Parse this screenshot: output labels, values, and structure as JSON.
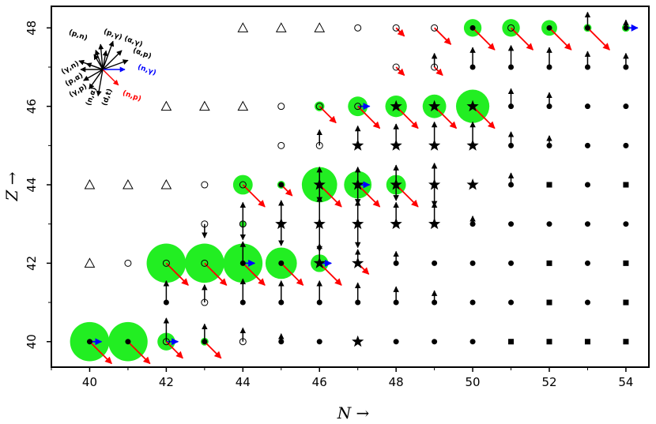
{
  "chart_data": {
    "type": "scatter",
    "title": "",
    "xlabel": "N →",
    "ylabel": "Z →",
    "xlim": [
      39.0,
      54.6
    ],
    "ylim": [
      39.35,
      48.55
    ],
    "xticks": [
      40,
      42,
      44,
      46,
      48,
      50,
      52,
      54
    ],
    "yticks": [
      40,
      42,
      44,
      46,
      48
    ],
    "grid": false,
    "colors": {
      "frame": "#000000",
      "arrow": "#000000",
      "n_gamma": "#0000ff",
      "n_p": "#ff0000",
      "bubble": "#22ee22"
    },
    "legend": {
      "position": "top-left",
      "labels": [
        "(p,n)",
        "(p,γ)",
        "(α,γ)",
        "(α,p)",
        "(n,γ)",
        "(n,p)",
        "(d,t)",
        "(n,α)",
        "(γ,p)",
        "(p,α)",
        "(γ,n)"
      ]
    },
    "points": [
      {
        "n": 44,
        "z": 48,
        "m": "triangle"
      },
      {
        "n": 45,
        "z": 48,
        "m": "triangle"
      },
      {
        "n": 46,
        "z": 48,
        "m": "triangle"
      },
      {
        "n": 47,
        "z": 48,
        "m": "open"
      },
      {
        "n": 48,
        "z": 48,
        "m": "open",
        "red": 0.3
      },
      {
        "n": 49,
        "z": 48,
        "m": "open",
        "red": 0.6
      },
      {
        "n": 50,
        "z": 48,
        "m": "dot",
        "green": 0.45,
        "red": 0.8
      },
      {
        "n": 51,
        "z": 48,
        "m": "open",
        "green": 0.45,
        "red": 0.8
      },
      {
        "n": 52,
        "z": 48,
        "m": "dot",
        "green": 0.4,
        "red": 0.8
      },
      {
        "n": 53,
        "z": 48,
        "m": "dot",
        "green": 0.2,
        "up": 0.4,
        "red": 0.8
      },
      {
        "n": 54,
        "z": 48,
        "m": "dot",
        "green": 0.2,
        "up": 0.2,
        "blue": 0.3
      },
      {
        "n": 48,
        "z": 47,
        "m": "open",
        "red": 0.3
      },
      {
        "n": 49,
        "z": 47,
        "m": "open",
        "up": 0.35,
        "red": 0.3
      },
      {
        "n": 50,
        "z": 47,
        "m": "dot",
        "up": 0.5
      },
      {
        "n": 51,
        "z": 47,
        "m": "dot",
        "up": 0.55
      },
      {
        "n": 52,
        "z": 47,
        "m": "dot",
        "up": 0.5
      },
      {
        "n": 53,
        "z": 47,
        "m": "dot",
        "up": 0.4
      },
      {
        "n": 54,
        "z": 47,
        "m": "dot",
        "up": 0.35
      },
      {
        "n": 42,
        "z": 46,
        "m": "triangle"
      },
      {
        "n": 43,
        "z": 46,
        "m": "triangle"
      },
      {
        "n": 44,
        "z": 46,
        "m": "triangle"
      },
      {
        "n": 45,
        "z": 46,
        "m": "open"
      },
      {
        "n": 46,
        "z": 46,
        "m": "open",
        "green": 0.25,
        "red": 0.6
      },
      {
        "n": 47,
        "z": 46,
        "m": "open",
        "green": 0.5,
        "blue": 0.3,
        "red": 0.8
      },
      {
        "n": 48,
        "z": 46,
        "m": "star",
        "green": 0.55,
        "red": 0.8
      },
      {
        "n": 49,
        "z": 46,
        "m": "star",
        "green": 0.6,
        "red": 0.8
      },
      {
        "n": 50,
        "z": 46,
        "m": "star",
        "green": 0.85,
        "red": 0.8
      },
      {
        "n": 51,
        "z": 46,
        "m": "dot",
        "up": 0.45
      },
      {
        "n": 52,
        "z": 46,
        "m": "dot",
        "up": 0.35
      },
      {
        "n": 53,
        "z": 46,
        "m": "dot"
      },
      {
        "n": 54,
        "z": 46,
        "m": "dot"
      },
      {
        "n": 45,
        "z": 45,
        "m": "open"
      },
      {
        "n": 46,
        "z": 45,
        "m": "open",
        "up": 0.4
      },
      {
        "n": 47,
        "z": 45,
        "m": "star",
        "up": 0.5
      },
      {
        "n": 48,
        "z": 45,
        "m": "star",
        "up": 0.55
      },
      {
        "n": 49,
        "z": 45,
        "m": "star",
        "up": 0.6
      },
      {
        "n": 50,
        "z": 45,
        "m": "star",
        "up": 0.6
      },
      {
        "n": 51,
        "z": 45,
        "m": "dot",
        "up": 0.35
      },
      {
        "n": 52,
        "z": 45,
        "m": "dot",
        "up": 0.25
      },
      {
        "n": 53,
        "z": 45,
        "m": "dot"
      },
      {
        "n": 54,
        "z": 45,
        "m": "dot"
      },
      {
        "n": 40,
        "z": 44,
        "m": "triangle"
      },
      {
        "n": 41,
        "z": 44,
        "m": "triangle"
      },
      {
        "n": 42,
        "z": 44,
        "m": "triangle"
      },
      {
        "n": 43,
        "z": 44,
        "m": "open"
      },
      {
        "n": 44,
        "z": 44,
        "m": "open",
        "green": 0.5,
        "red": 0.8
      },
      {
        "n": 45,
        "z": 44,
        "m": "dot",
        "green": 0.2,
        "red": 0.4
      },
      {
        "n": 46,
        "z": 44,
        "m": "star",
        "green": 0.9,
        "up": 0.45,
        "down": 0.45,
        "red": 0.8
      },
      {
        "n": 47,
        "z": 44,
        "m": "star",
        "green": 0.7,
        "up": 0.45,
        "down": 0.5,
        "blue": 0.3,
        "red": 0.8
      },
      {
        "n": 48,
        "z": 44,
        "m": "star",
        "green": 0.5,
        "up": 0.5,
        "down": 0.4,
        "red": 0.8
      },
      {
        "n": 49,
        "z": 44,
        "m": "star",
        "up": 0.55,
        "down": 0.55
      },
      {
        "n": 50,
        "z": 44,
        "m": "star"
      },
      {
        "n": 51,
        "z": 44,
        "m": "dot",
        "up": 0.3
      },
      {
        "n": 52,
        "z": 44,
        "m": "square"
      },
      {
        "n": 53,
        "z": 44,
        "m": "dot"
      },
      {
        "n": 54,
        "z": 44,
        "m": "square"
      },
      {
        "n": 43,
        "z": 43,
        "m": "open",
        "down": 0.35
      },
      {
        "n": 44,
        "z": 43,
        "m": "open",
        "up": 0.55,
        "down": 0.4,
        "green": 0.15
      },
      {
        "n": 45,
        "z": 43,
        "m": "star",
        "up": 0.6,
        "down": 0.55
      },
      {
        "n": 46,
        "z": 43,
        "m": "star",
        "up": 0.7,
        "down": 0.7
      },
      {
        "n": 47,
        "z": 43,
        "m": "star",
        "up": 0.6,
        "down": 0.6
      },
      {
        "n": 48,
        "z": 43,
        "m": "star",
        "up": 0.55
      },
      {
        "n": 49,
        "z": 43,
        "m": "star",
        "up": 0.55
      },
      {
        "n": 50,
        "z": 43,
        "m": "dot",
        "up": 0.2
      },
      {
        "n": 51,
        "z": 43,
        "m": "dot"
      },
      {
        "n": 52,
        "z": 43,
        "m": "dot"
      },
      {
        "n": 53,
        "z": 43,
        "m": "dot"
      },
      {
        "n": 54,
        "z": 43,
        "m": "dot"
      },
      {
        "n": 40,
        "z": 42,
        "m": "triangle"
      },
      {
        "n": 41,
        "z": 42,
        "m": "open"
      },
      {
        "n": 42,
        "z": 42,
        "m": "open",
        "green": 1.0,
        "red": 0.8
      },
      {
        "n": 43,
        "z": 42,
        "m": "open",
        "green": 1.0,
        "red": 0.8
      },
      {
        "n": 44,
        "z": 42,
        "m": "dot",
        "green": 1.0,
        "up": 0.55,
        "blue": 0.3,
        "red": 0.8
      },
      {
        "n": 45,
        "z": 42,
        "m": "dot",
        "green": 0.8,
        "red": 0.8
      },
      {
        "n": 46,
        "z": 42,
        "m": "star",
        "green": 0.45,
        "up": 0.5,
        "blue": 0.3,
        "red": 0.8
      },
      {
        "n": 47,
        "z": 42,
        "m": "star",
        "up": 0.35,
        "red": 0.4
      },
      {
        "n": 48,
        "z": 42,
        "m": "dot",
        "up": 0.3
      },
      {
        "n": 49,
        "z": 42,
        "m": "dot"
      },
      {
        "n": 50,
        "z": 42,
        "m": "dot"
      },
      {
        "n": 51,
        "z": 42,
        "m": "dot"
      },
      {
        "n": 52,
        "z": 42,
        "m": "square"
      },
      {
        "n": 53,
        "z": 42,
        "m": "dot"
      },
      {
        "n": 54,
        "z": 42,
        "m": "square"
      },
      {
        "n": 42,
        "z": 41,
        "m": "dot",
        "up": 0.55
      },
      {
        "n": 43,
        "z": 41,
        "m": "open",
        "up": 0.45
      },
      {
        "n": 44,
        "z": 41,
        "m": "dot",
        "up": 0.6
      },
      {
        "n": 45,
        "z": 41,
        "m": "dot",
        "up": 0.55
      },
      {
        "n": 46,
        "z": 41,
        "m": "dot",
        "up": 0.55
      },
      {
        "n": 47,
        "z": 41,
        "m": "dot",
        "up": 0.5
      },
      {
        "n": 48,
        "z": 41,
        "m": "dot",
        "up": 0.4
      },
      {
        "n": 49,
        "z": 41,
        "m": "dot",
        "up": 0.3
      },
      {
        "n": 50,
        "z": 41,
        "m": "dot"
      },
      {
        "n": 51,
        "z": 41,
        "m": "dot"
      },
      {
        "n": 52,
        "z": 41,
        "m": "square"
      },
      {
        "n": 53,
        "z": 41,
        "m": "dot"
      },
      {
        "n": 54,
        "z": 41,
        "m": "square"
      },
      {
        "n": 40,
        "z": 40,
        "m": "dot",
        "green": 1.0,
        "blue": 0.3,
        "red": 0.8
      },
      {
        "n": 41,
        "z": 40,
        "m": "dot",
        "green": 1.0,
        "red": 0.8
      },
      {
        "n": 42,
        "z": 40,
        "m": "open",
        "green": 0.45,
        "up": 0.6,
        "blue": 0.3,
        "red": 0.6
      },
      {
        "n": 43,
        "z": 40,
        "m": "dot",
        "up": 0.45,
        "green": 0.2,
        "red": 0.6
      },
      {
        "n": 44,
        "z": 40,
        "m": "open",
        "up": 0.35
      },
      {
        "n": 45,
        "z": 40,
        "m": "dot",
        "up": 0.2
      },
      {
        "n": 46,
        "z": 40,
        "m": "dot"
      },
      {
        "n": 47,
        "z": 40,
        "m": "star"
      },
      {
        "n": 48,
        "z": 40,
        "m": "dot"
      },
      {
        "n": 49,
        "z": 40,
        "m": "dot"
      },
      {
        "n": 50,
        "z": 40,
        "m": "dot"
      },
      {
        "n": 51,
        "z": 40,
        "m": "square"
      },
      {
        "n": 52,
        "z": 40,
        "m": "square"
      },
      {
        "n": 53,
        "z": 40,
        "m": "square"
      },
      {
        "n": 54,
        "z": 40,
        "m": "square"
      }
    ]
  }
}
